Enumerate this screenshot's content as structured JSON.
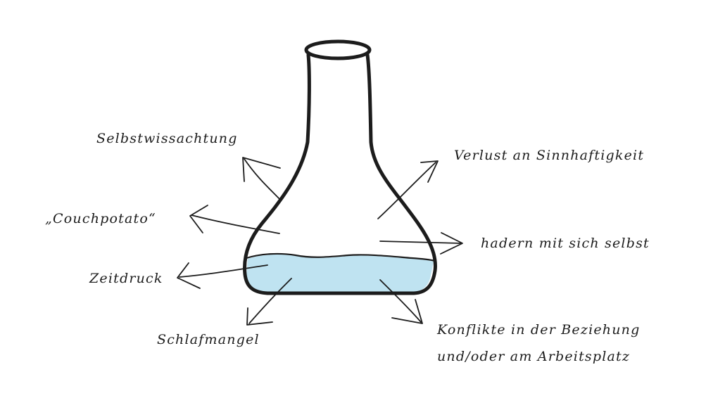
{
  "colors": {
    "ink": "#1c1c1c",
    "liquid": "#bfe3f1",
    "background": "#ffffff"
  },
  "labels": {
    "self_esteem": "Selbstwissachtung",
    "couch_potato": "„Couchpotato“",
    "time_pressure": "Zeitdruck",
    "sleep_deprivation": "Schlafmangel",
    "loss_of_meaning": "Verlust an Sinnhaftigkeit",
    "self_conflict": "hadern mit sich selbst",
    "conflicts_line1": "Konflikte in der Beziehung",
    "conflicts_line2": "und/oder am Arbeitsplatz"
  }
}
